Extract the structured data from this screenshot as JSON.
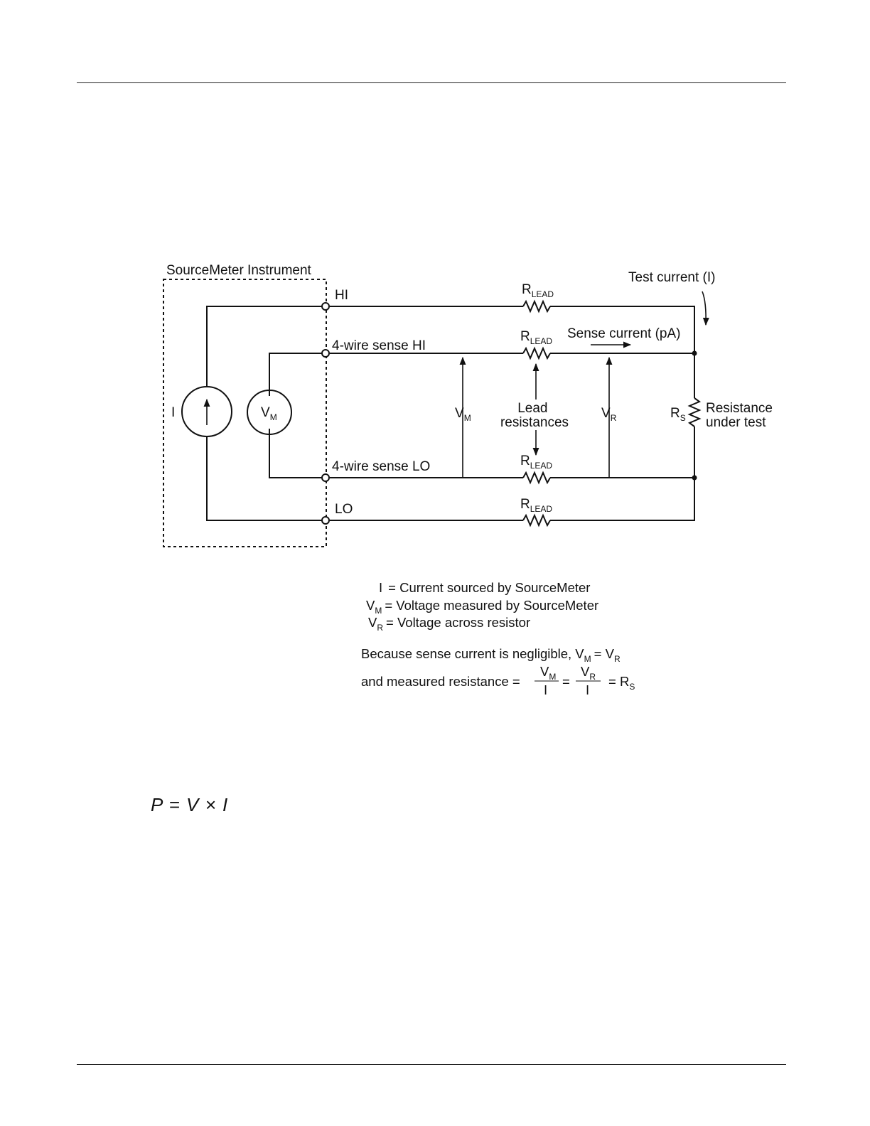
{
  "diagram": {
    "instrument_label": "SourceMeter Instrument",
    "terminals": {
      "hi": "HI",
      "sense_hi": "4-wire sense HI",
      "sense_lo": "4-wire sense LO",
      "lo": "LO"
    },
    "source": {
      "label": "I"
    },
    "meter": {
      "main": "V",
      "sub": "M"
    },
    "r_lead": {
      "main": "R",
      "sub": "LEAD"
    },
    "test_current": "Test current (I)",
    "sense_current": "Sense current (pA)",
    "vm": {
      "main": "V",
      "sub": "M"
    },
    "vr": {
      "main": "V",
      "sub": "R"
    },
    "lead_resistances": [
      "Lead",
      "resistances"
    ],
    "rs": {
      "main": "R",
      "sub": "S"
    },
    "resistance_under_test": [
      "Resistance",
      "under test"
    ]
  },
  "legend": {
    "line1_lhs": "I",
    "line1_rhs": "= Current sourced by SourceMeter",
    "line2_lhs_main": "V",
    "line2_lhs_sub": "M",
    "line2_rhs": "= Voltage measured by SourceMeter",
    "line3_lhs_main": "V",
    "line3_lhs_sub": "R",
    "line3_rhs": "= Voltage across resistor",
    "line4_text": "Because sense current is negligible, V",
    "line4_sub1": "M",
    "line4_eq": "= V",
    "line4_sub2": "R",
    "line5_text": "and measured resistance =",
    "frac1_num_main": "V",
    "frac1_num_sub": "M",
    "frac_den": "I",
    "eq": "=",
    "frac2_num_main": "V",
    "frac2_num_sub": "R",
    "result_eq": "=  R",
    "result_sub": "S"
  },
  "formula": "P = V × I"
}
